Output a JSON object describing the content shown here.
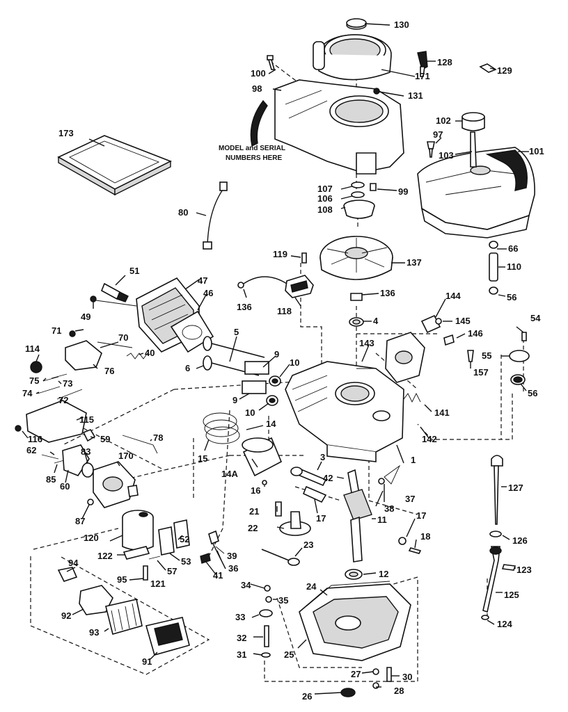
{
  "note_lines": [
    "MODEL and SERIAL",
    "NUMBERS HERE"
  ],
  "callouts": {
    "c1": "1",
    "c3": "3",
    "c4": "4",
    "c5": "5",
    "c6": "6",
    "c9a": "9",
    "c9b": "9",
    "c10a": "10",
    "c10b": "10",
    "c11": "11",
    "c12": "12",
    "c14": "14",
    "c14a": "14A",
    "c15": "15",
    "c16": "16",
    "c17a": "17",
    "c17b": "17",
    "c18": "18",
    "c21": "21",
    "c22": "22",
    "c23": "23",
    "c24": "24",
    "c25": "25",
    "c26": "26",
    "c27": "27",
    "c28": "28",
    "c30": "30",
    "c31": "31",
    "c32": "32",
    "c33": "33",
    "c34": "34",
    "c35": "35",
    "c36": "36",
    "c37": "37",
    "c38": "38",
    "c39": "39",
    "c40": "40",
    "c41": "41",
    "c42": "42",
    "c46": "46",
    "c47": "47",
    "c49": "49",
    "c51": "51",
    "c52": "52",
    "c53": "53",
    "c54": "54",
    "c55": "55",
    "c56a": "56",
    "c56b": "56",
    "c57": "57",
    "c59": "59",
    "c60": "60",
    "c62": "62",
    "c66": "66",
    "c70": "70",
    "c71": "71",
    "c72": "72",
    "c73": "73",
    "c74": "74",
    "c75": "75",
    "c76": "76",
    "c78": "78",
    "c80": "80",
    "c83": "83",
    "c85": "85",
    "c87": "87",
    "c91": "91",
    "c92": "92",
    "c93": "93",
    "c94": "94",
    "c95": "95",
    "c97": "97",
    "c98": "98",
    "c99": "99",
    "c100": "100",
    "c101": "101",
    "c102": "102",
    "c103": "103",
    "c106": "106",
    "c107": "107",
    "c108": "108",
    "c110": "110",
    "c114": "114",
    "c115": "115",
    "c116": "116",
    "c118": "118",
    "c119": "119",
    "c120": "120",
    "c121": "121",
    "c122": "122",
    "c123": "123",
    "c124": "124",
    "c125": "125",
    "c126": "126",
    "c127": "127",
    "c128": "128",
    "c129": "129",
    "c130": "130",
    "c131": "131",
    "c136a": "136",
    "c136b": "136",
    "c137": "137",
    "c141": "141",
    "c142": "142",
    "c143": "143",
    "c144": "144",
    "c145": "145",
    "c146": "146",
    "c157": "157",
    "c170": "170",
    "c171": "171",
    "c173": "173"
  }
}
